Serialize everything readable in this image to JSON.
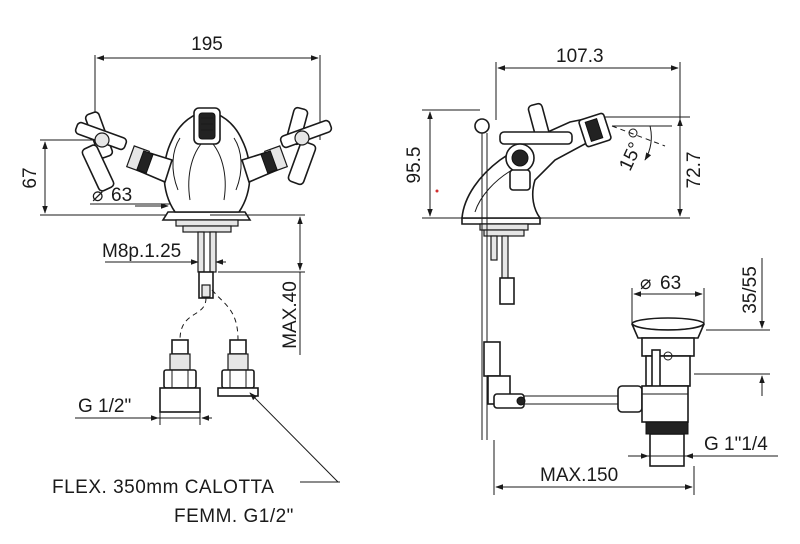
{
  "dimensions": {
    "width_195": "195",
    "height_67": "67",
    "diameter_63_left": "63",
    "thread_m8": "M8p.1.25",
    "max_40": "MAX.40",
    "g_half": "G 1/2\"",
    "depth_107": "107.3",
    "height_95": "95.5",
    "height_72": "72.7",
    "angle_15": "15°",
    "diameter_63_right": "63",
    "range_35_55": "35/55",
    "g_1_1_4": "G 1\"1/4",
    "max_150": "MAX.150"
  },
  "notes": {
    "flex_line1": "FLEX. 350mm CALOTTA",
    "flex_line2": "FEMM. G1/2\""
  },
  "symbols": {
    "diameter_symbol": "⌀"
  },
  "colors": {
    "line": "#1a1a1a",
    "accent_dot": "#d32f2f"
  }
}
